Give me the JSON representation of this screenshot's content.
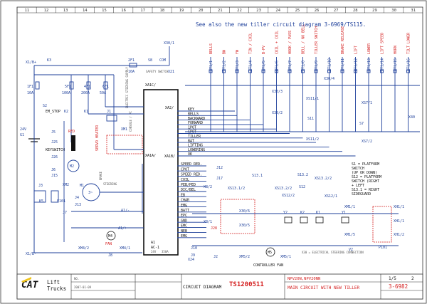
{
  "header": {
    "column_numbers": [
      "11",
      "12",
      "13",
      "14",
      "15",
      "16",
      "17",
      "18",
      "19",
      "20",
      "21",
      "22",
      "23",
      "24",
      "25",
      "26",
      "27",
      "28",
      "29",
      "30",
      "31"
    ],
    "note": "See also the new tiller circuit diagram 3-6969/TS115."
  },
  "top_connectors": [
    {
      "code": "XT1/1",
      "signal": "BELLS"
    },
    {
      "code": "XT1/2",
      "signal": "BW"
    },
    {
      "code": "XT1/3",
      "signal": "FW"
    },
    {
      "code": "XT1/4",
      "signal": "TIN / COIL"
    },
    {
      "code": "XT1/5",
      "signal": "B-PV"
    },
    {
      "code": "XT1/6",
      "signal": "COIL + COIL"
    },
    {
      "code": "XT1/7",
      "signal": "HOOK / PASS"
    },
    {
      "code": "XT1/8",
      "signal": "BELL / NO BELL"
    },
    {
      "code": "XT1/9",
      "signal": "TILLER SWITCH"
    },
    {
      "code": "XT1/10",
      "signal": ""
    },
    {
      "code": "XT1/11",
      "signal": "BRAKE RELEASE"
    },
    {
      "code": "XT1/12",
      "signal": "LIFT"
    },
    {
      "code": "XT1/13",
      "signal": "LOWER"
    },
    {
      "code": "XT1/14",
      "signal": "LIFT SPEED"
    },
    {
      "code": "XT1/15",
      "signal": "HORN"
    },
    {
      "code": "XT1/16",
      "signal": "TILT LOWER"
    }
  ],
  "labels": {
    "x30_1": "X30/1",
    "s8": "S8",
    "com": "COM",
    "safety_switch": "SAFETY SWITCH",
    "x21": "X21",
    "x1_bplus": "X1/B+",
    "k3": "K3",
    "fuse_1f1": "1F1",
    "fuse_1f1_rating": "10A",
    "fuse_5f1": "5F1",
    "fuse_5f1_rating": "100A",
    "fuse_4f1": "4F1",
    "fuse_4f1_rating": "200A",
    "fuse_6f1": "6F1",
    "fuse_6f1_rating": "50A",
    "fuse_2f1": "2F1",
    "fuse_2f1_rating": "10A",
    "s2": "S2",
    "em_stop": "EM_STOP",
    "k2": "K2",
    "k1": "K1",
    "j1": "J1",
    "battery_voltage": "24V",
    "g1": "G1",
    "j5": "J5",
    "j25": "J25",
    "keyswitch": "KEYSWITCH",
    "j26": "J26",
    "j6": "J6",
    "j15": "J15",
    "f101": "F101",
    "k5": "K5",
    "j3": "J3",
    "j7": "J7",
    "xm1": "XM1",
    "xm2": "XM2",
    "m2": "M2",
    "m1": "M1",
    "red": "RED",
    "servo_heater": "SERVO HEATER",
    "brake": "BRAKE",
    "steering": "STEERING",
    "j4": "J4",
    "j13": "J13",
    "x1_bminus": "X1/B-",
    "xm4_2": "XM4/2",
    "xm4_1": "XM4/1",
    "j8": "J8",
    "m4": "M4",
    "fan": "FAN",
    "xa1c": "XA1C/",
    "xa1b": "XA1B/",
    "xa1a": "XA1A/",
    "console": "CONSOLE / PC",
    "electric_steering": "ELECTRIC STEERING SUPPLY",
    "a1": "A1",
    "a1_sub": "AC-1",
    "a1_volts": "24V",
    "a1_model": "350A",
    "a1_minus": "A1/-",
    "a1_plus": "A1/+",
    "xa2": "XA2/",
    "j12": "J12",
    "j17": "J17",
    "x8_2": "X8/2",
    "x30_6": "X30/6",
    "x30_5": "X30/5",
    "x8_1": "X8/1",
    "j28": "J28",
    "j10": "J10",
    "j9": "J9",
    "x24": "X24",
    "j2": "J2",
    "xm5_2": "XM5/2",
    "xm5_1": "XM5/1",
    "m5": "M5",
    "controller_fan": "CONTROLLER FAN",
    "x30_4": "X30/4",
    "x30_3": "X30/3",
    "x30_2": "X30/2",
    "s11": "S11",
    "xs11_1": "XS11/1",
    "xs11_2": "XS11/2",
    "x40": "X40",
    "s7": "S7",
    "xs7_1": "XS7/1",
    "xs7_2": "XS7/2",
    "s13_1": "S13.1",
    "s13_2": "S13.2",
    "s12": "S12",
    "xs13_1_2": "XS13.1/2",
    "xs13_2_2": "XS13.2/2",
    "xs12_2": "XS12/2",
    "xs12_1": "XS12/1",
    "s1_notes": [
      "S1 = PLATFORM",
      "SWITCH",
      "(UP OR DOWN)",
      "S12 = PLATFORM",
      "SWITCH (RIGHT",
      "+ LEFT",
      "S13.1 = RIGHT",
      "SIDEGUARD"
    ],
    "y1": "Y1",
    "y2": "Y2",
    "k1b": "K1",
    "k2b": "K2",
    "xh1_1": "XH1/1",
    "xh1_2": "XH1/2",
    "xh1_1b": "XH1/1",
    "xm1_5": "XM1/5",
    "xm1_1": "XM1/1",
    "v2": "V2",
    "p101": "P101",
    "x30_note": "X30 = ELECTRICAL STEERING CONNECTION",
    "cons": [
      "KEY",
      "BELLS",
      "BACKWARD",
      "FORWARD",
      "1POT",
      "CPOT",
      "TILLER",
      "BAT",
      "LIFTING",
      "LOWERING",
      "OK"
    ],
    "xa1a_pins": [
      "SPEED RED.",
      "CPOT",
      "SPEED RED.",
      "COIL",
      "PEB/PED",
      "DIC/BEL",
      "EB",
      "CHAR",
      "EMG",
      "BATT",
      "EPC",
      "GND",
      "EMC",
      "NEB",
      "EMG"
    ]
  },
  "title_block": {
    "logo": "CAT",
    "logo_sub1": "Lift",
    "logo_sub2": "Trucks",
    "header_nr": "NO.",
    "date": "2007-01-09",
    "doc_type": "CIRCUIT DIAGRAM",
    "doc_number": "TS1200511",
    "models": "NPV20N,NPV20NN",
    "title": "MAIN CIRCUIT WITH NEW TILLER",
    "page": "1/5",
    "page_next": "2",
    "drawing_number": "3-6982"
  }
}
